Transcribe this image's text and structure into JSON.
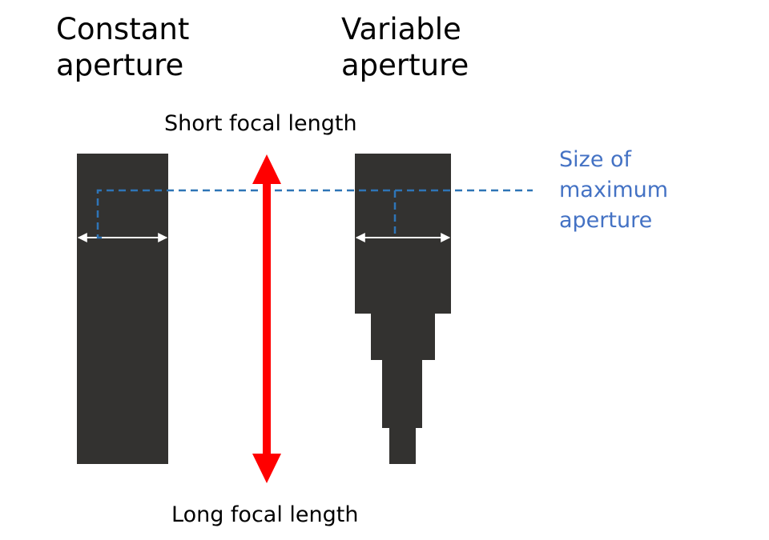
{
  "headings": {
    "constant_line1": "Constant",
    "constant_line2": "aperture",
    "variable_line1": "Variable",
    "variable_line2": "aperture"
  },
  "focal_axis": {
    "top_label": "Short focal length",
    "bottom_label": "Long focal length"
  },
  "legend": {
    "line1": "Size of",
    "line2": "maximum",
    "line3": "aperture"
  },
  "colors": {
    "lens_body": "#333230",
    "focal_arrow": "#FF0000",
    "aperture_marker": "#2E75B6",
    "legend_text": "#4472C4",
    "width_arrow": "#FFFFFF"
  },
  "icons": {
    "focal_arrow": "double-headed-arrow-icon",
    "width_arrow": "double-headed-arrow-icon"
  }
}
